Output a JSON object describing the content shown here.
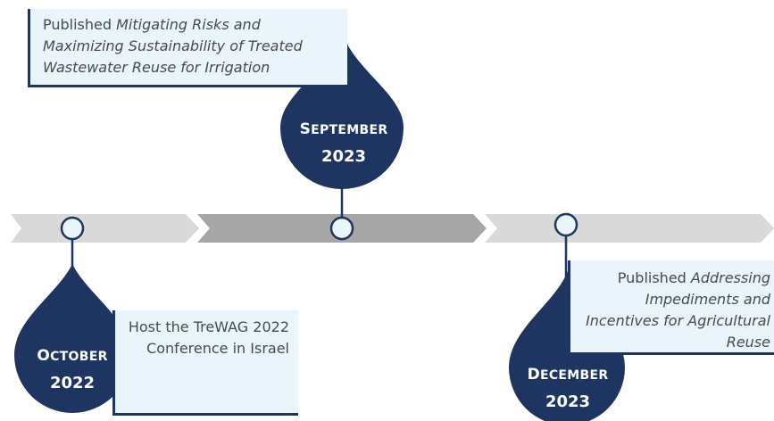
{
  "milestones": [
    {
      "id": "sep-2023",
      "month_first": "S",
      "month_rest": "EPTEMBER",
      "year": "2023",
      "callout_prefix": "Published ",
      "callout_italic": "Mitigating Risks and Maximizing Sustainability of Treated Wastewater Reuse for Irrigation"
    },
    {
      "id": "oct-2022",
      "month_first": "O",
      "month_rest": "CTOBER",
      "year": "2022",
      "callout_text": "Host the TreWAG 2022 Conference in Israel"
    },
    {
      "id": "dec-2023",
      "month_first": "D",
      "month_rest": "ECEMBER",
      "year": "2023",
      "callout_prefix": "Published ",
      "callout_italic": "Addressing Impediments and Incentives for Agricultural Reuse"
    }
  ],
  "colors": {
    "drop": "#1e3461",
    "arrow_light": "#d9d9d9",
    "arrow_dark": "#a6a6a6",
    "node_fill": "#eaf5fb",
    "callout_bg": "#eaf5fb"
  }
}
